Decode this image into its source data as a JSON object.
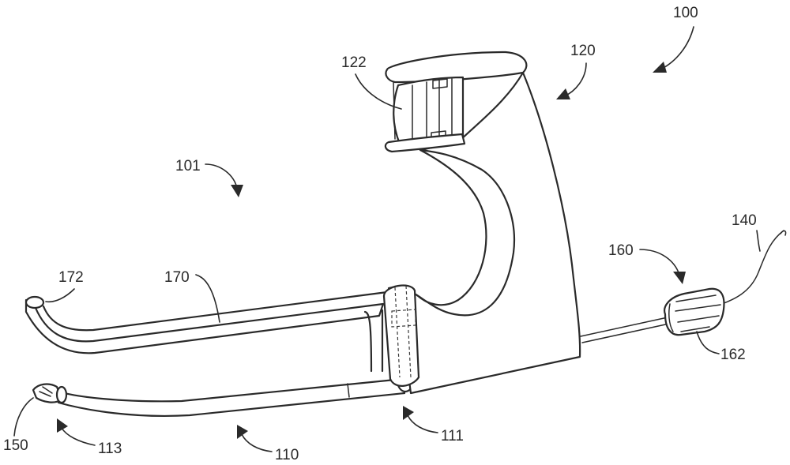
{
  "labels": {
    "r100": "100",
    "r101": "101",
    "r110": "110",
    "r111": "111",
    "r113": "113",
    "r120": "120",
    "r122": "122",
    "r140": "140",
    "r150": "150",
    "r160": "160",
    "r162": "162",
    "r170": "170",
    "r172": "172"
  }
}
